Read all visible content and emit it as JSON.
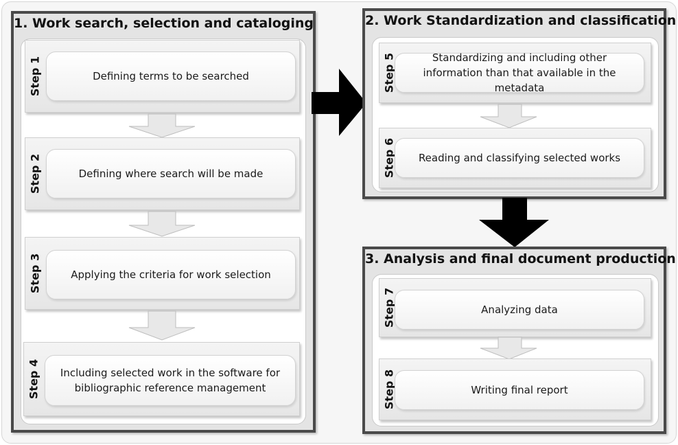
{
  "sections": [
    {
      "title": "1. Work search, selection and cataloging",
      "steps": [
        {
          "label": "Step 1",
          "text": "Defining terms to be searched"
        },
        {
          "label": "Step 2",
          "text": "Defining where search will be made"
        },
        {
          "label": "Step 3",
          "text": "Applying the criteria for work selection"
        },
        {
          "label": "Step 4",
          "text": "Including selected work in the software for bibliographic reference management"
        }
      ]
    },
    {
      "title": "2. Work Standardization and classification",
      "steps": [
        {
          "label": "Step 5",
          "text": "Standardizing and including other information than that available in the metadata"
        },
        {
          "label": "Step 6",
          "text": "Reading and classifying selected works"
        }
      ]
    },
    {
      "title": "3. Analysis and final document production",
      "steps": [
        {
          "label": "Step 7",
          "text": "Analyzing data"
        },
        {
          "label": "Step 8",
          "text": "Writing final report"
        }
      ]
    }
  ],
  "colors": {
    "panel_border": "#4a4a4a",
    "panel_fill": "#e4e4e4",
    "flow_arrow": "#000000",
    "step_arrow": "#e8e8e8"
  }
}
